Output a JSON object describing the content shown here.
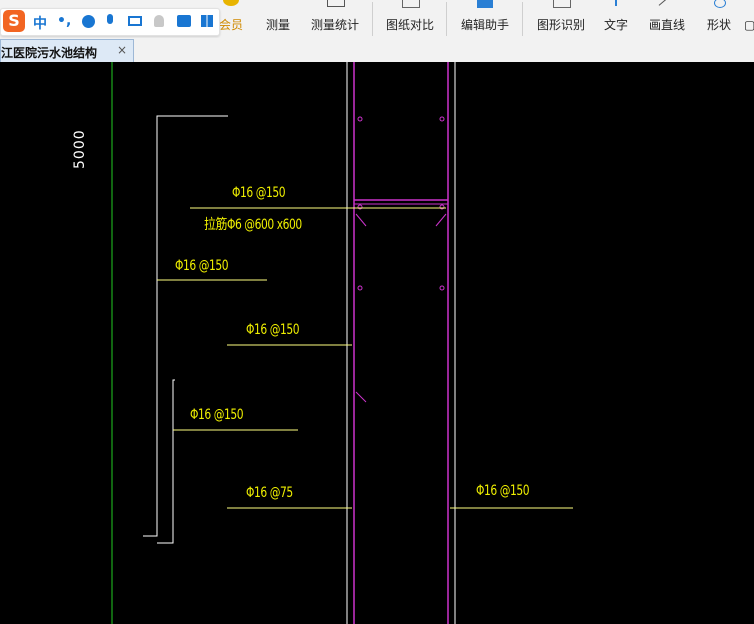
{
  "ime_bar": {
    "logo": "S",
    "lang": "中",
    "punct": "•,",
    "items": [
      "emoji-icon",
      "mic-icon",
      "keyboard-icon",
      "user-icon",
      "shirt-icon",
      "apps-icon"
    ]
  },
  "toolbar": {
    "vip": "会员",
    "measure": "测量",
    "measure_stats": "测量统计",
    "compare": "图纸对比",
    "edit_helper": "编辑助手",
    "shape_recog": "图形识别",
    "text": "文字",
    "line": "画直线",
    "shape": "形状"
  },
  "tab": {
    "title": "江医院污水池结构",
    "close": "×"
  },
  "drawing": {
    "colors": {
      "rebar_text": "#f0f000",
      "annot_line": "#ffff80",
      "wall_line": "#cc33cc",
      "outline_white": "#ffffff",
      "axis_green": "#22cc22"
    },
    "dimension": "5000",
    "labels": {
      "l1": "Φ16 @150",
      "l2": "拉筋Φ6 @600 x600",
      "l3": "Φ16 @150",
      "l4": "Φ16 @150",
      "l5": "Φ16 @150",
      "l6": "Φ16 @75",
      "l7": "Φ16 @150"
    }
  }
}
